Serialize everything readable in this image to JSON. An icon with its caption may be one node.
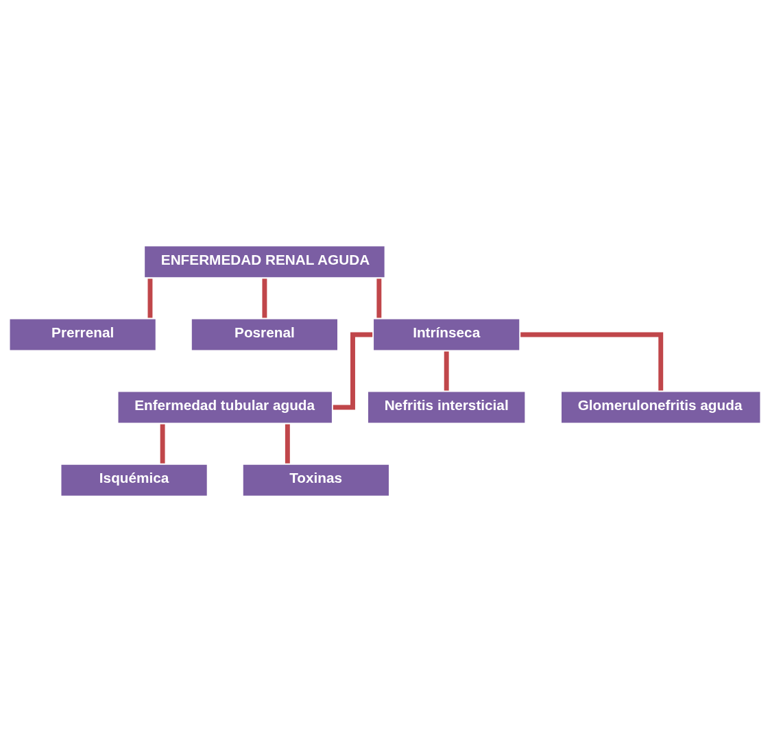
{
  "diagram": {
    "nodes": [
      {
        "text": [
          "ENFERMEDAD RENAL AGUDA"
        ]
      },
      {
        "text": [
          "Prerrenal"
        ]
      },
      {
        "text": [
          "Posrenal"
        ]
      },
      {
        "text": [
          "Intrínseca"
        ]
      },
      {
        "text": [
          "Enfermedad tubular aguda"
        ]
      },
      {
        "text": [
          "Nefritis intersticial"
        ]
      },
      {
        "text": [
          "Glomerulonefritis aguda"
        ]
      },
      {
        "text": [
          "Isquémica"
        ]
      },
      {
        "text": [
          "Toxinas"
        ]
      }
    ],
    "edges": [
      {
        "from": 0,
        "to": 1,
        "arrow": "none"
      },
      {
        "from": 0,
        "to": 3,
        "arrow": "none"
      },
      {
        "from": 0,
        "to": 2,
        "arrow": "none"
      },
      {
        "from": 3,
        "to": 4,
        "arrow": "none"
      },
      {
        "from": 3,
        "to": 5,
        "arrow": "none"
      },
      {
        "from": 3,
        "to": 6,
        "arrow": "none"
      },
      {
        "from": 4,
        "to": 7,
        "arrow": "none"
      },
      {
        "from": 4,
        "to": 8,
        "arrow": "none"
      }
    ]
  }
}
